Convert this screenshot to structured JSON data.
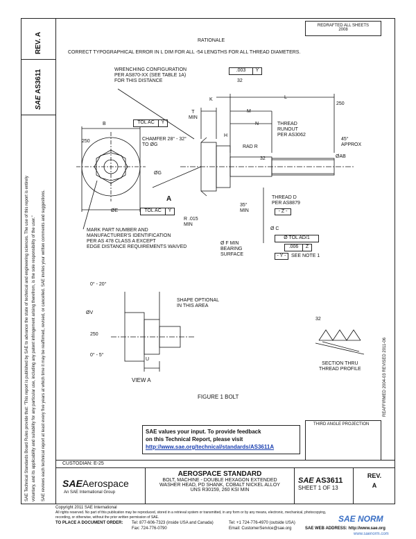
{
  "header": {
    "stamp_line1": "REDRAFTED ALL SHEETS",
    "stamp_line2": "2008",
    "rev_label": "REV.",
    "rev_value": "A",
    "doc_number": "AS3611",
    "rationale_title": "RATIONALE",
    "rationale_text": "CORRECT TYPOGRAPHICAL ERROR IN L DIM FOR ALL -54 LENGTHS FOR ALL THREAD DIAMETERS."
  },
  "side_notice": {
    "line1": "SAE Technical Standards Board Rules provide that: \"This report is published by SAE to advance the state of technical and engineering sciences. The use of this report is entirely",
    "line2": "voluntary, and its applicability and suitability for any particular use, including any patent infringement arising therefrom, is the sole responsibility of the user.\"",
    "line3": "SAE reviews each technical report at least every five years at which time it may be reaffirmed, revised, or cancelled. SAE invites your written comments and suggestions."
  },
  "right_margin": {
    "text": "REAFFIRMED 2004-03     REVISED 2011-06"
  },
  "drawing": {
    "wrench_note": [
      "WRENCHING CONFIGURATION",
      "PER AS870-XX (SEE TABLE 1A)",
      "FOR THIS DISTANCE"
    ],
    "tol_top": [
      ".003",
      "Y"
    ],
    "finish_32": "32",
    "dim_k": "K",
    "dim_l": "L",
    "dim_m": "M",
    "dim_n": "N",
    "dim_h": "H",
    "dim_t": "T",
    "dim_t_min": "MIN",
    "dim_b": "B",
    "tol_ac_y": [
      "TOL AC",
      "Y"
    ],
    "angle_250": "250",
    "thread_runout": [
      "THREAD",
      "RUNOUT",
      "PER AS3062"
    ],
    "angle_45": [
      "45°",
      "APPROX"
    ],
    "chamfer": [
      "CHAMFER 28° - 32°",
      "TO ØG"
    ],
    "rad_r": "RAD R",
    "dim_g": "ØG",
    "dim_ab": "ØAB",
    "label_a": "A",
    "angle_35": [
      "35°",
      "MIN"
    ],
    "r015": [
      "R .015",
      "MIN"
    ],
    "thread_d": [
      "THREAD D",
      "PER AS8879"
    ],
    "datum_z": "- Z -",
    "dim_e": "ØE",
    "tol_ac_y2": [
      "TOL AC",
      "Y"
    ],
    "dim_c": "Ø C",
    "tol_ad": [
      "Ø TOL AD/1"
    ],
    "tol_006": [
      ".006",
      "Z"
    ],
    "datum_y": "- Y -",
    "see_note": "SEE NOTE 1",
    "mark_note": [
      "MARK PART NUMBER AND",
      "MANUFACTURER'S IDENTIFICATION",
      "PER AS 478 CLASS A EXCEPT",
      "EDGE DISTANCE REQUIREMENTS WAIVED"
    ],
    "bearing": [
      "Ø F MIN",
      "BEARING",
      "SURFACE"
    ],
    "angle_0_20": "0° - 20°",
    "shape_optional": [
      "SHAPE OPTIONAL",
      "IN THIS AREA"
    ],
    "dim_v": "ØV",
    "angle_250_b": "250",
    "angle_0_5": "0° - 5°",
    "dim_u": "U",
    "view_a": "VIEW A",
    "figure_caption": "FIGURE 1   BOLT",
    "section_label": [
      "SECTION THRU",
      "THREAD PROFILE"
    ],
    "finish_32b": "32",
    "third_angle": "THIRD ANGLE PROJECTION"
  },
  "feedback": {
    "line1": "SAE values your input. To provide feedback",
    "line2": "on this Technical Report, please visit",
    "link": "http://www.sae.org/technical/standards/AS3611A"
  },
  "title_block": {
    "custodian": "CUSTODIAN: E-25",
    "logo_sae": "SAE",
    "logo_aero": "Aerospace",
    "logo_sub": "An SAE International Group",
    "standard_title": "AEROSPACE STANDARD",
    "desc1": "BOLT, MACHINE - DOUBLE HEXAGON EXTENDED",
    "desc2": "WASHER HEAD, PD SHANK, COBALT NICKEL ALLOY",
    "desc3": "UNS R30159, 260 KSI MIN",
    "doc_sae": "SAE",
    "doc_number": "AS3611",
    "sheet": "SHEET 1 OF 13",
    "rev_label": "REV.",
    "rev_value": "A"
  },
  "footer": {
    "copyright": "Copyright 2011 SAE International",
    "rights": "All rights reserved. No part of this publication may be reproduced, stored in a retrieval system or transmitted, in any form or by any means, electronic, mechanical, photocopying,",
    "rights2": "recording, or otherwise, without the prior written permission of SAE.",
    "order_label": "TO PLACE A DOCUMENT ORDER:",
    "tel1": "Tel: 877-606-7323 (inside USA and Canada)",
    "tel2": "Tel: +1 724-776-4970 (outside USA)",
    "fax": "Fax: 724-776-0790",
    "email": "Email: CustomerService@sae.org",
    "web": "SAE WEB ADDRESS: http://www.sae.org",
    "brand": "SAE NORM",
    "brand_sub": "www.saenorm.com"
  }
}
